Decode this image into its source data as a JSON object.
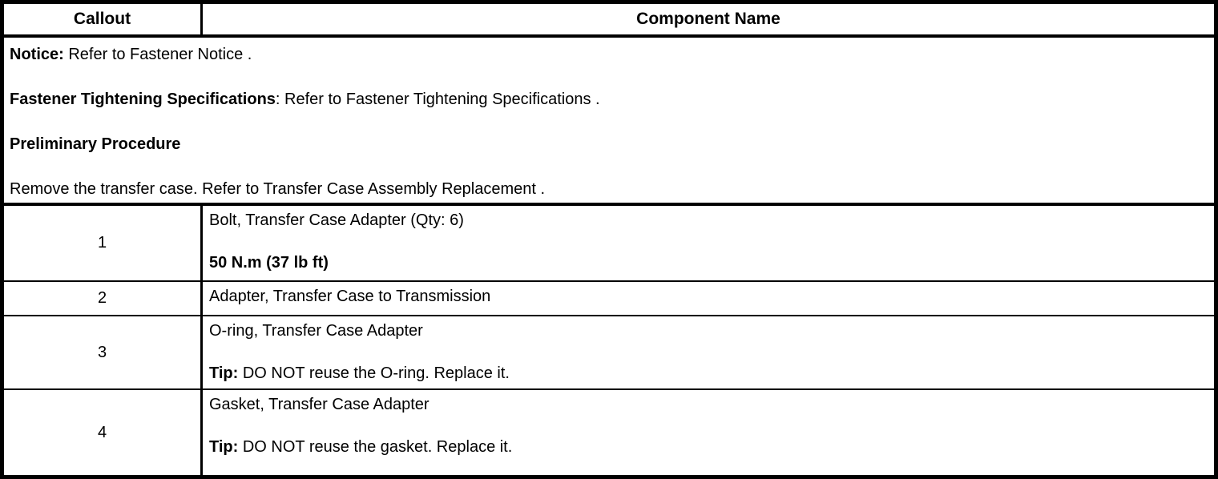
{
  "header": {
    "callout": "Callout",
    "component": "Component Name"
  },
  "notice_section": {
    "paragraphs": [
      {
        "bold": "Notice:",
        "text": " Refer to Fastener Notice ."
      },
      {
        "bold": "Fastener Tightening Specifications",
        "text": ": Refer to Fastener Tightening Specifications ."
      },
      {
        "bold": "Preliminary Procedure",
        "text": ""
      },
      {
        "bold": "",
        "text": "Remove the transfer case. Refer to Transfer Case Assembly Replacement ."
      }
    ]
  },
  "rows": [
    {
      "callout": "1",
      "lines": [
        {
          "bold": "",
          "text": "Bolt, Transfer Case Adapter (Qty: 6)"
        },
        {
          "bold": "50 N.m (37 lb ft)",
          "text": ""
        }
      ]
    },
    {
      "callout": "2",
      "lines": [
        {
          "bold": "",
          "text": "Adapter, Transfer Case to Transmission"
        }
      ]
    },
    {
      "callout": "3",
      "lines": [
        {
          "bold": "",
          "text": "O-ring, Transfer Case Adapter"
        },
        {
          "bold": "Tip:",
          "text": " DO NOT reuse the O-ring. Replace it."
        }
      ]
    },
    {
      "callout": "4",
      "lines": [
        {
          "bold": "",
          "text": "Gasket, Transfer Case Adapter"
        },
        {
          "bold": "Tip:",
          "text": " DO NOT reuse the gasket. Replace it."
        }
      ]
    }
  ]
}
